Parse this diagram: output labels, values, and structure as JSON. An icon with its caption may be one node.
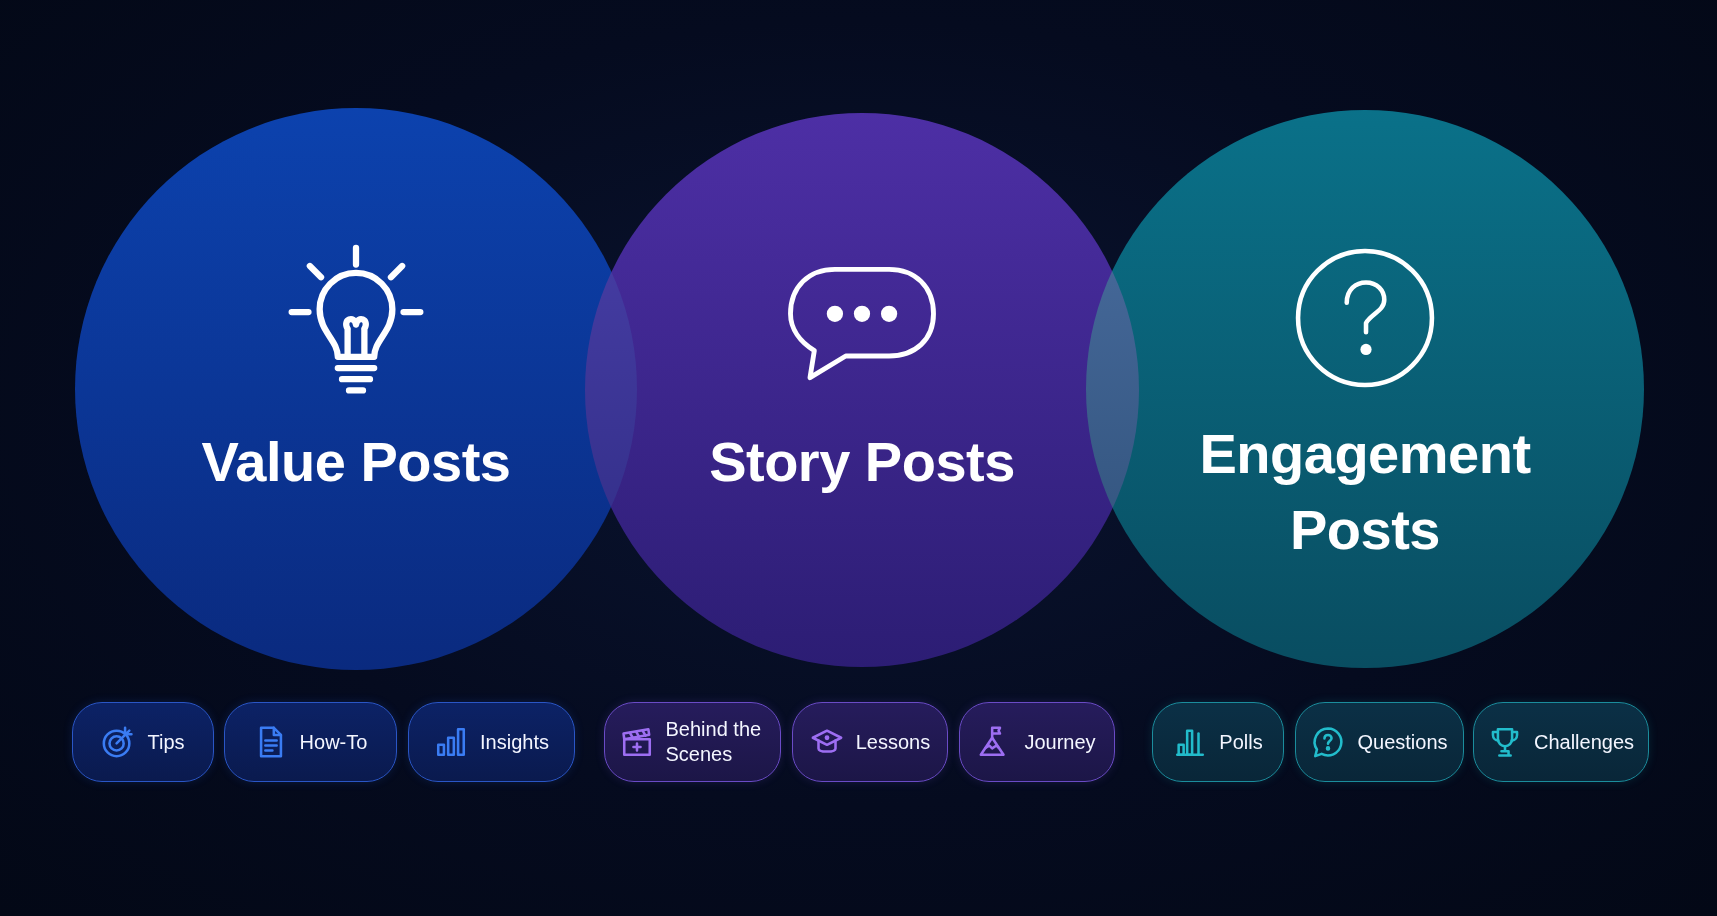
{
  "diagram": {
    "nodes": [
      {
        "text": [
          "Value Posts"
        ]
      },
      {
        "text": [
          "Story Posts"
        ]
      },
      {
        "text": [
          "Engagement Posts"
        ]
      },
      {
        "text": [
          "Tips"
        ]
      },
      {
        "text": [
          "How-To"
        ]
      },
      {
        "text": [
          "Insights"
        ]
      },
      {
        "text": [
          "Behind the Scenes"
        ]
      },
      {
        "text": [
          "Lessons"
        ]
      },
      {
        "text": [
          "Journey"
        ]
      },
      {
        "text": [
          "Polls"
        ]
      },
      {
        "text": [
          "Questions"
        ]
      },
      {
        "text": [
          "Challenges"
        ]
      }
    ]
  }
}
